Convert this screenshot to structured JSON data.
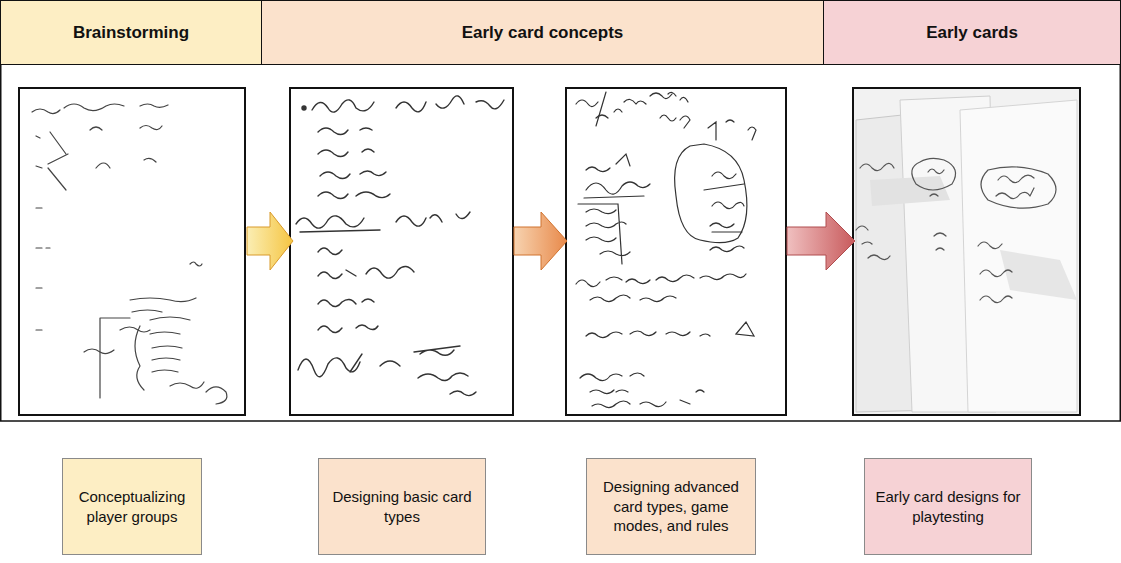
{
  "diagram": {
    "nodes": [
      {
        "text": [
          "Brainstorming"
        ]
      },
      {
        "text": [
          "Early card concepts"
        ]
      },
      {
        "text": [
          "Early cards"
        ]
      },
      {
        "text": [
          "Conceptualizing player groups"
        ]
      },
      {
        "text": [
          "Designing basic card types"
        ]
      },
      {
        "text": [
          "Designing advanced card types, game modes, and rules"
        ]
      },
      {
        "text": [
          "Early card designs for playtesting"
        ]
      }
    ]
  }
}
